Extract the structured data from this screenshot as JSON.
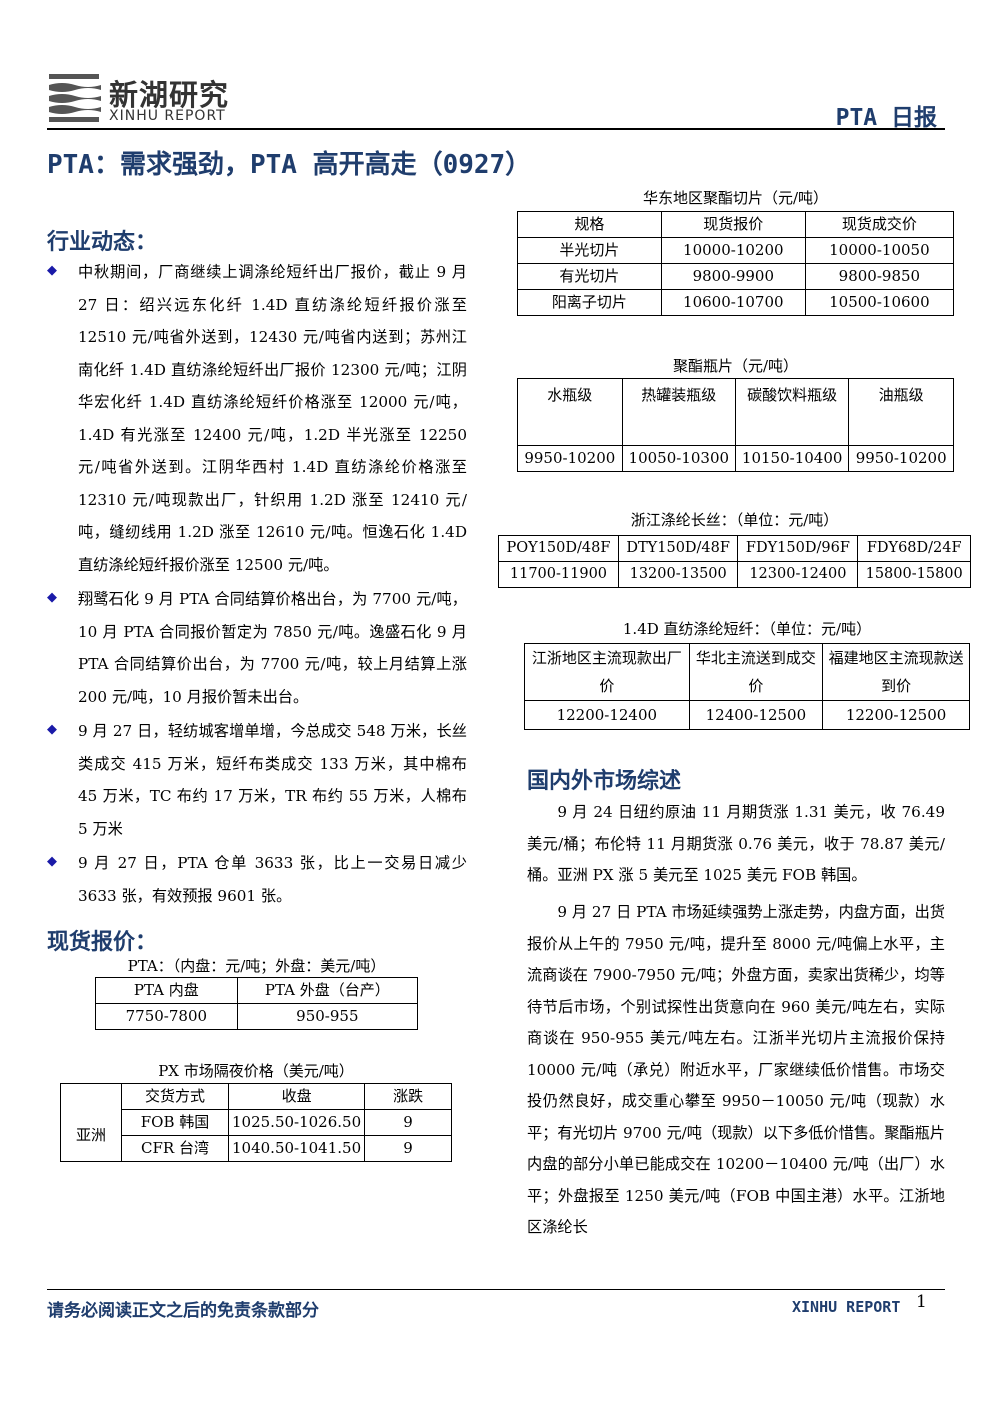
{
  "header": {
    "logo_cn": "新湖研究",
    "logo_en": "XINHU REPORT",
    "doc_type": "PTA 日报"
  },
  "title": "PTA：需求强劲，PTA 高开高走（0927）",
  "industry": {
    "heading": "行业动态：",
    "bullets": [
      "中秋期间，厂商继续上调涤纶短纤出厂报价，截止 9 月 27 日：绍兴远东化纤 1.4D 直纺涤纶短纤报价涨至 12510 元/吨省外送到，12430 元/吨省内送到；苏州江南化纤 1.4D 直纺涤纶短纤出厂报价 12300 元/吨；江阴华宏化纤 1.4D 直纺涤纶短纤价格涨至 12000 元/吨，1.4D 有光涨至 12400 元/吨，1.2D 半光涨至 12250 元/吨省外送到。江阴华西村 1.4D 直纺涤纶价格涨至 12310 元/吨现款出厂，针织用 1.2D 涨至 12410 元/吨，缝纫线用 1.2D 涨至 12610 元/吨。恒逸石化 1.4D 直纺涤纶短纤报价涨至 12500 元/吨。",
      "翔鹭石化 9 月 PTA 合同结算价格出台，为 7700 元/吨，10 月 PTA 合同报价暂定为 7850 元/吨。逸盛石化 9 月 PTA 合同结算价出台，为 7700 元/吨，较上月结算上涨 200 元/吨，10 月报价暂未出台。",
      "9 月 27 日，轻纺城客增单增，今总成交 548 万米，长丝类成交 415 万米，短纤布类成交 133 万米，其中棉布 45 万米，TC 布约 17 万米，TR 布约 55 万米，人棉布 5 万米",
      "9 月 27 日，PTA 仓单 3633 张，比上一交易日减少 3633 张，有效预报 9601 张。"
    ]
  },
  "spot": {
    "heading": "现货报价：",
    "pta_caption": "PTA：（内盘：元/吨；外盘：美元/吨）",
    "pta_headers": [
      "PTA 内盘",
      "PTA 外盘（台产）"
    ],
    "pta_row": [
      "7750-7800",
      "950-955"
    ],
    "px_caption": "PX 市场隔夜价格（美元/吨）",
    "px_headers": [
      "交货方式",
      "收盘",
      "涨跌"
    ],
    "px_region": "亚洲",
    "px_rows": [
      [
        "FOB 韩国",
        "1025.50-1026.50",
        "9"
      ],
      [
        "CFR 台湾",
        "1040.50-1041.50",
        "9"
      ]
    ]
  },
  "chips": {
    "caption": "华东地区聚酯切片（元/吨）",
    "headers": [
      "规格",
      "现货报价",
      "现货成交价"
    ],
    "rows": [
      [
        "半光切片",
        "10000-10200",
        "10000-10050"
      ],
      [
        "有光切片",
        "9800-9900",
        "9800-9850"
      ],
      [
        "阳离子切片",
        "10600-10700",
        "10500-10600"
      ]
    ]
  },
  "bottle": {
    "caption": "聚酯瓶片（元/吨）",
    "headers": [
      "水瓶级",
      "热罐装瓶级",
      "碳酸饮料瓶级",
      "油瓶级"
    ],
    "row": [
      "9950-10200",
      "10050-10300",
      "10150-10400",
      "9950-10200"
    ]
  },
  "filament": {
    "caption": "浙江涤纶长丝：（单位：元/吨）",
    "headers": [
      "POY150D/48F",
      "DTY150D/48F",
      "FDY150D/96F",
      "FDY68D/24F"
    ],
    "row": [
      "11700-11900",
      "13200-13500",
      "12300-12400",
      "15800-15800"
    ]
  },
  "staple": {
    "caption": "1.4D 直纺涤纶短纤：（单位：元/吨）",
    "headers": [
      "江浙地区主流现款出厂价",
      "华北主流送到成交价",
      "福建地区主流现款送到价"
    ],
    "row": [
      "12200-12400",
      "12400-12500",
      "12200-12500"
    ]
  },
  "market": {
    "heading": "国内外市场综述",
    "paragraphs": [
      "9 月 24 日纽约原油 11 月期货涨 1.31 美元，收 76.49 美元/桶；布伦特 11 月期货涨 0.76 美元，收于 78.87 美元/桶。亚洲 PX 涨 5 美元至 1025 美元 FOB 韩国。",
      "9 月 27 日 PTA 市场延续强势上涨走势，内盘方面，出货报价从上午的 7950 元/吨，提升至 8000 元/吨偏上水平，主流商谈在 7900-7950 元/吨；外盘方面，卖家出货稀少，均等待节后市场，个别试探性出货意向在 960 美元/吨左右，实际商谈在 950-955 美元/吨左右。江浙半光切片主流报价保持 10000 元/吨（承兑）附近水平，厂家继续低价惜售。市场交投仍然良好，成交重心攀至 9950－10050 元/吨（现款）水平；有光切片 9700 元/吨（现款）以下多低价惜售。聚酯瓶片内盘的部分小单已能成交在 10200－10400 元/吨（出厂）水平；外盘报至 1250 美元/吨（FOB 中国主港）水平。江浙地区涤纶长"
    ]
  },
  "footer": {
    "disclaimer": "请务必阅读正文之后的免责条款部分",
    "brand": "XINHU REPORT",
    "page": "1"
  }
}
